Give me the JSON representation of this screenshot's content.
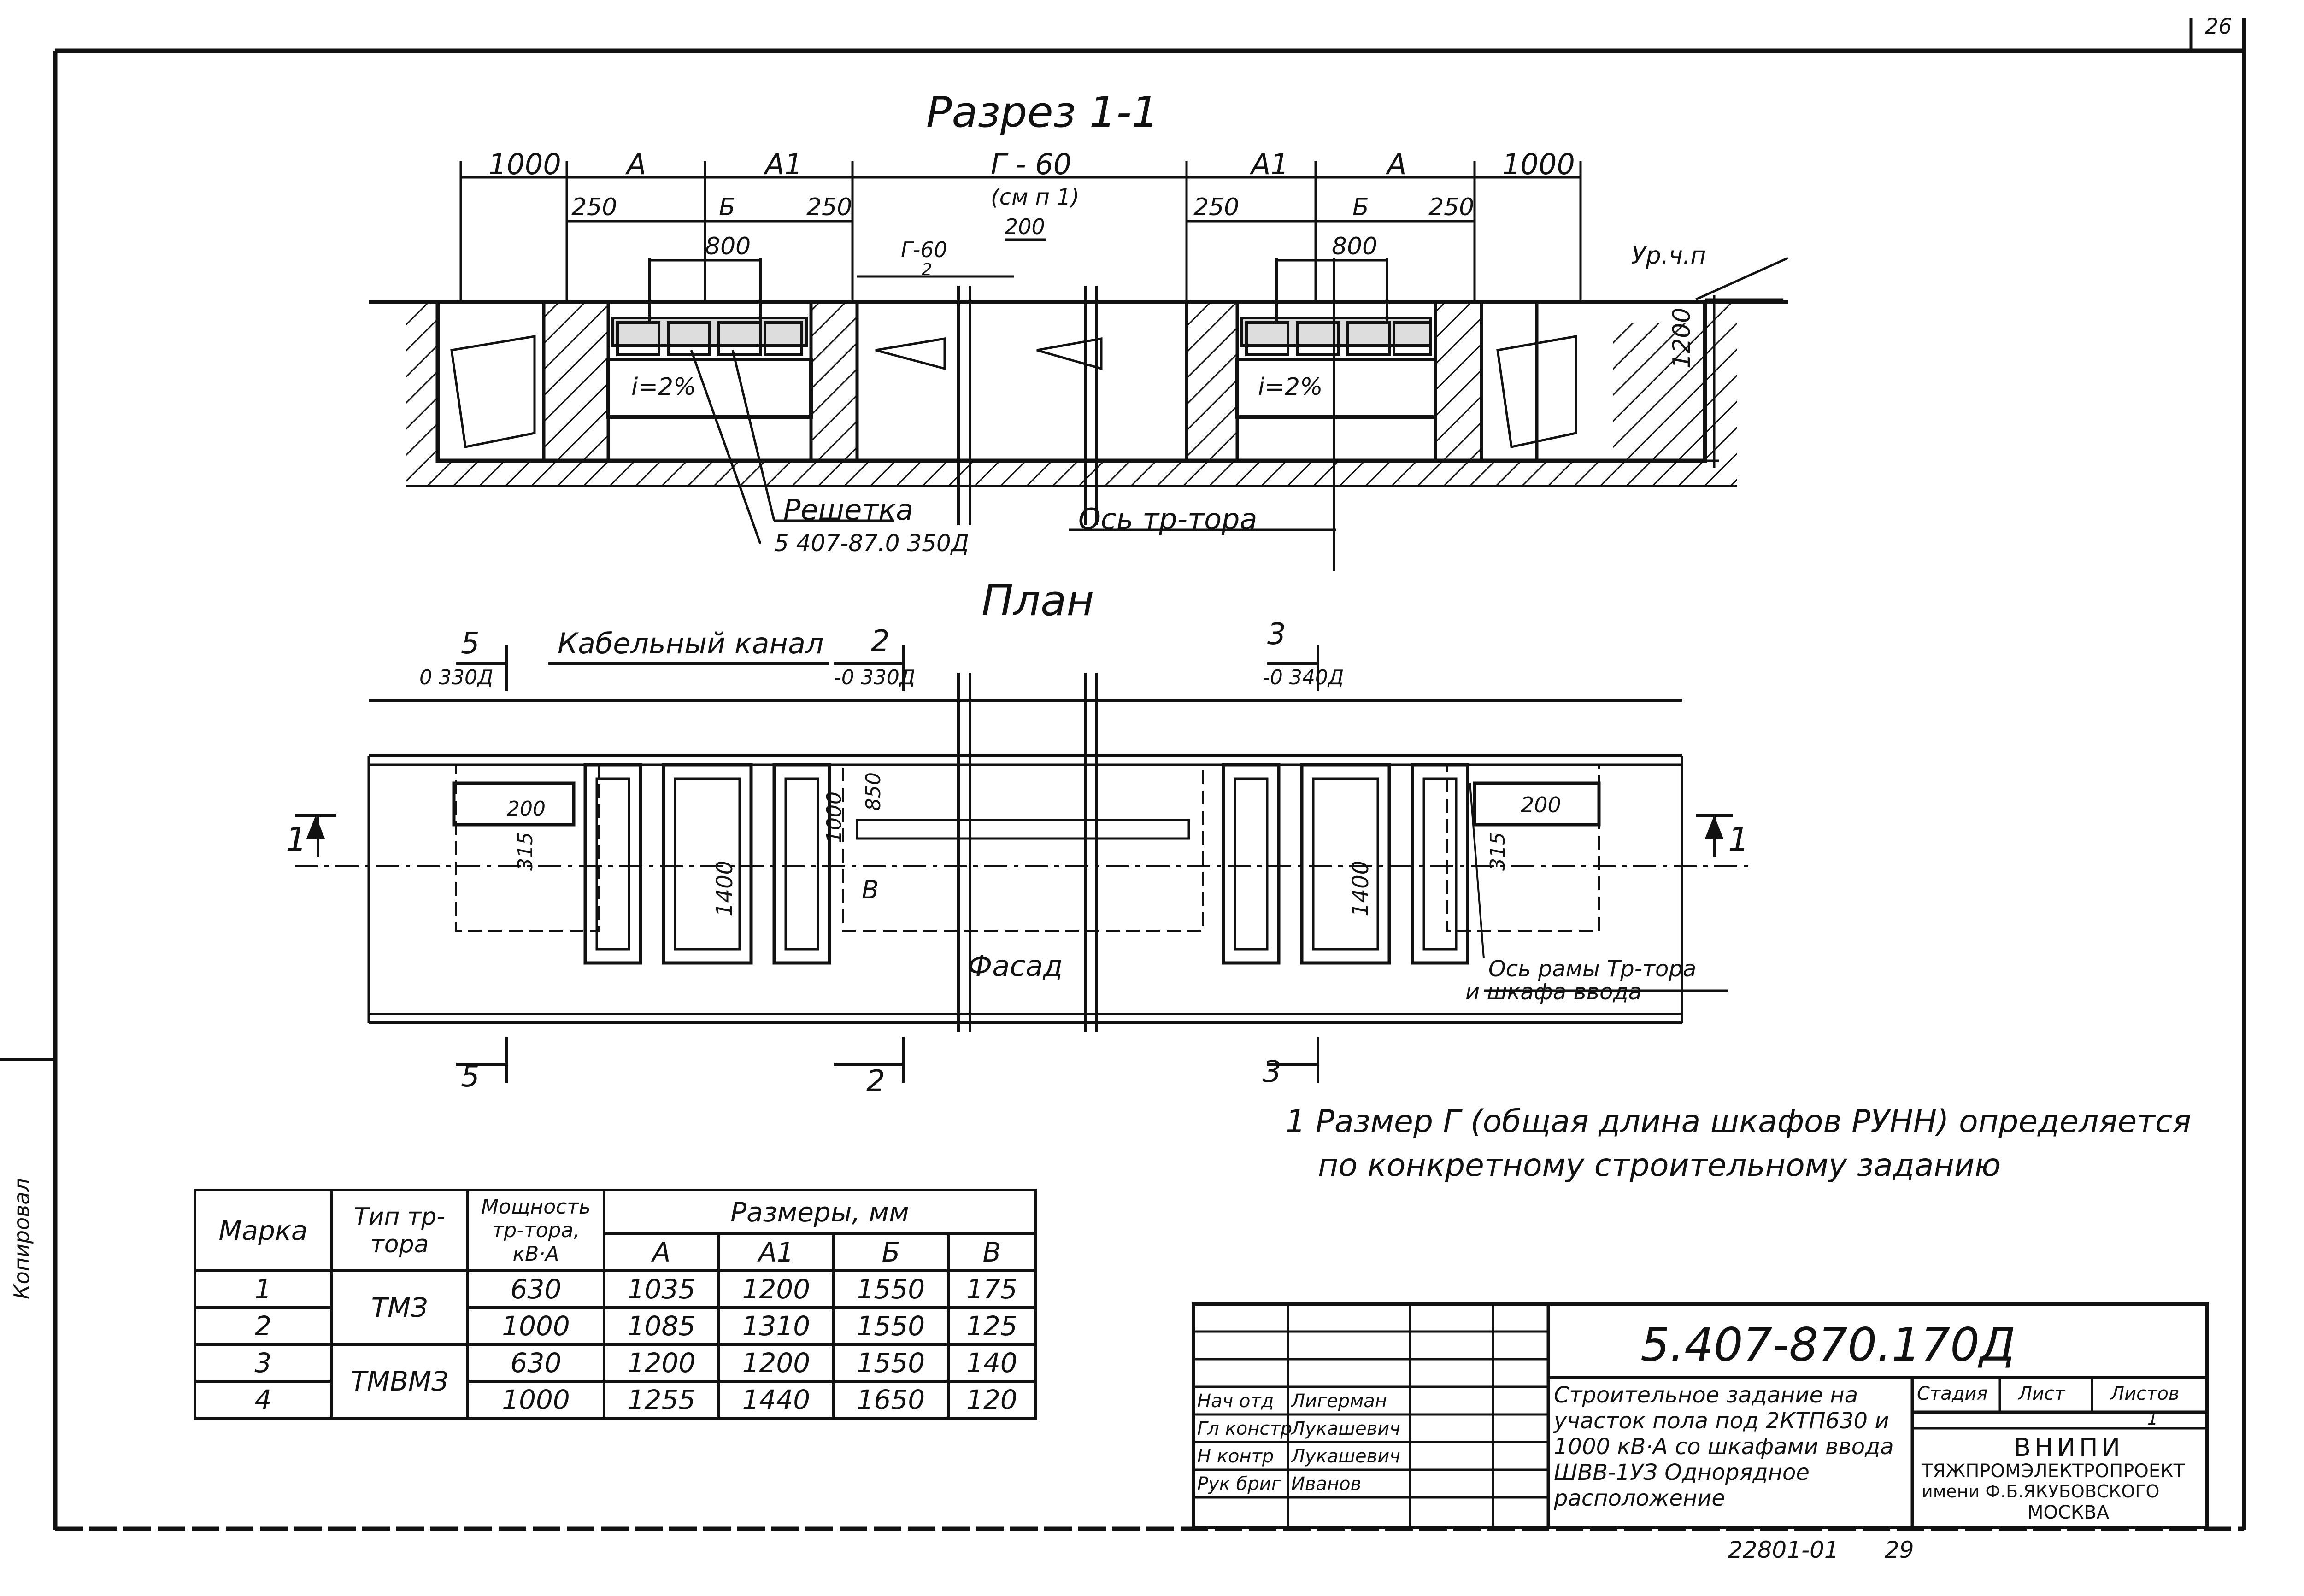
{
  "corner_label": "26",
  "section": {
    "title": "Разрез 1-1",
    "dims_top": [
      "1000",
      "А",
      "А1",
      "Г - 60",
      "А1",
      "А",
      "1000"
    ],
    "dim_note": "(см п 1)",
    "dims_small": [
      "250",
      "Б",
      "250",
      "250",
      "Б",
      "250"
    ],
    "dim_800_left": "800",
    "dim_800_right": "800",
    "dim_200": "200",
    "dim_g60_small": "Г-60",
    "dim_g60_div": "2",
    "slope_left": "i=2%",
    "slope_right": "i=2%",
    "height_1200": "1200",
    "floor_level": "Ур.ч.п",
    "callout_grid": "Решетка",
    "callout_grid_ref": "5 407-87.0 350Д",
    "callout_axis": "Ось тр-тора"
  },
  "plan": {
    "title": "План",
    "cut5": "5",
    "cut5_ref": "0 330Д",
    "cable_channel": "Кабельный канал",
    "cut2": "2",
    "cut2_ref": "-0 330Д",
    "cut3": "3",
    "cut3_ref": "-0 340Д",
    "cut1_left": "1",
    "cut1_right": "1",
    "dim_200_left": "200",
    "dim_315_left": "315",
    "dim_1400_left": "1400",
    "dim_1000": "1000",
    "dim_850": "850",
    "dim_v": "В",
    "dim_1400_right": "1400",
    "dim_315_right": "315",
    "dim_200_right": "200",
    "facade": "Фасад",
    "axis_frame_1": "Ось рамы Тр-тора",
    "axis_frame_2": "и шкафа ввода",
    "cut5_bottom": "5",
    "cut2_bottom": "2",
    "cut3_bottom": "3"
  },
  "note_1": "1 Размер Г (общая длина шкафов РУНН) определяется",
  "note_2": "по конкретному строительному заданию",
  "table": {
    "h_mark": "Марка",
    "h_type": "Тип тр-тора",
    "h_power": "Мощность тр-тора, кВ·А",
    "h_sizes": "Размеры, мм",
    "h_a": "А",
    "h_a1": "А1",
    "h_b": "Б",
    "h_v": "В",
    "type_1": "ТМЗ",
    "type_2": "ТМВМЗ",
    "rows": [
      {
        "mark": "1",
        "power": "630",
        "a": "1035",
        "a1": "1200",
        "b": "1550",
        "v": "175"
      },
      {
        "mark": "2",
        "power": "1000",
        "a": "1085",
        "a1": "1310",
        "b": "1550",
        "v": "125"
      },
      {
        "mark": "3",
        "power": "630",
        "a": "1200",
        "a1": "1200",
        "b": "1550",
        "v": "140"
      },
      {
        "mark": "4",
        "power": "1000",
        "a": "1255",
        "a1": "1440",
        "b": "1650",
        "v": "120"
      }
    ]
  },
  "title_block": {
    "doc_number": "5.407-870.170Д",
    "description": "Строительное задание на участок пола под 2КТП630 и 1000 кВ·А со шкафами ввода ШВВ-1УЗ Однорядное расположение",
    "roles": [
      "Нач отд",
      "Гл констр",
      "Н контр",
      "Рук бриг"
    ],
    "names": [
      "Лигерман",
      "Лукашевич",
      "Лукашевич",
      "Иванов"
    ],
    "stage_label": "Стадия",
    "sheet_label": "Лист",
    "sheets_label": "Листов",
    "sheet_value": "1",
    "org_1": "ВНИПИ",
    "org_2": "ТЯЖПРОМЭЛЕКТРОПРОЕКТ",
    "org_3": "имени Ф.Б.ЯКУБОВСКОГО",
    "org_4": "МОСКВА"
  },
  "footer_number": "22801-01",
  "footer_page": "29",
  "side_stamp": "Копировал"
}
